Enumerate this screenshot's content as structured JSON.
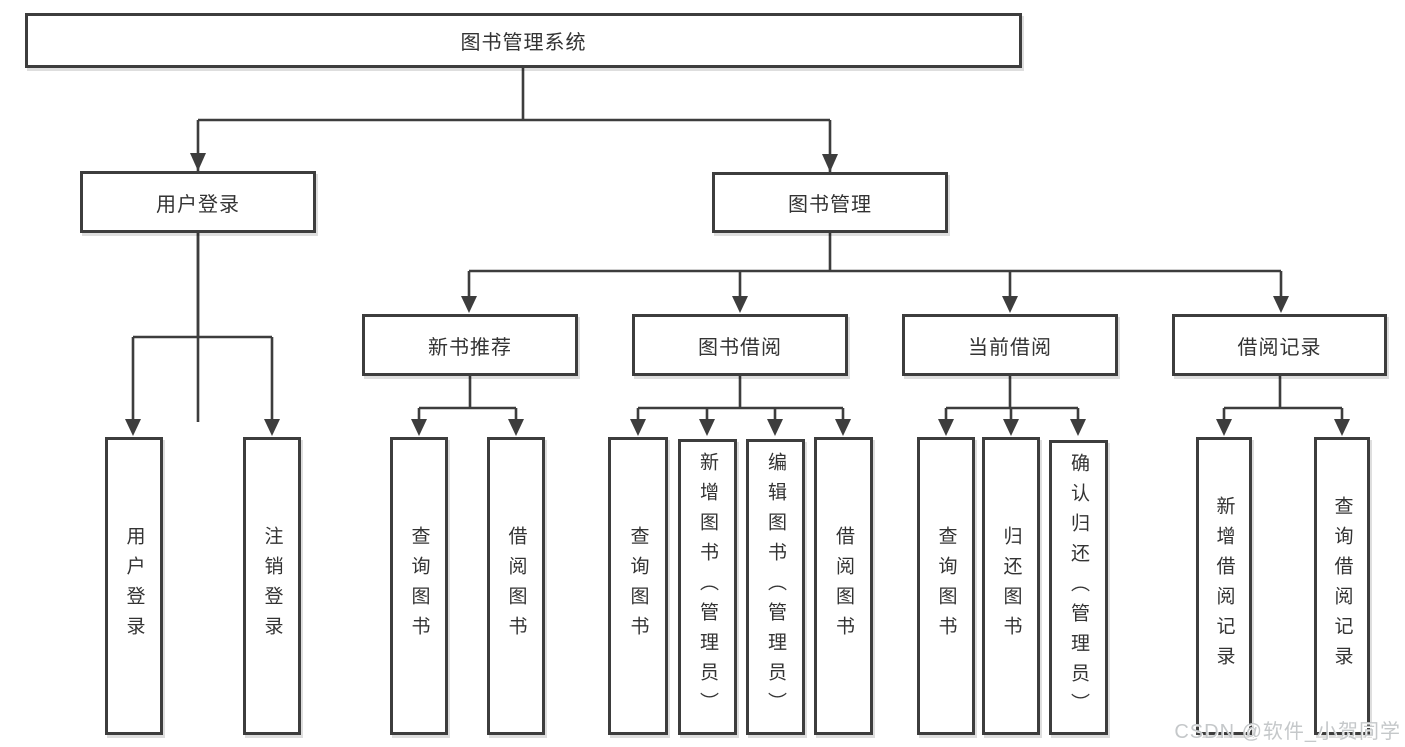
{
  "tree": {
    "label": "图书管理系统",
    "children": [
      {
        "label": "用户登录",
        "children": [
          {
            "label": "用户登录"
          },
          {
            "label": "注销登录"
          }
        ]
      },
      {
        "label": "图书管理",
        "children": [
          {
            "label": "新书推荐",
            "children": [
              {
                "label": "查询图书"
              },
              {
                "label": "借阅图书"
              }
            ]
          },
          {
            "label": "图书借阅",
            "children": [
              {
                "label": "查询图书"
              },
              {
                "label": "新增图书（管理员）"
              },
              {
                "label": "编辑图书（管理员）"
              },
              {
                "label": "借阅图书"
              }
            ]
          },
          {
            "label": "当前借阅",
            "children": [
              {
                "label": "查询图书"
              },
              {
                "label": "归还图书"
              },
              {
                "label": "确认归还（管理员）"
              }
            ]
          },
          {
            "label": "借阅记录",
            "children": [
              {
                "label": "新增借阅记录"
              },
              {
                "label": "查询借阅记录"
              }
            ]
          }
        ]
      }
    ]
  },
  "watermark": {
    "text": "CSDN @软件_小贺同学"
  },
  "colors": {
    "line": "#3d3d3d",
    "box_border": "#3d3d3d",
    "text": "#333333",
    "watermark": "#c5c8ca",
    "background": "#ffffff"
  }
}
